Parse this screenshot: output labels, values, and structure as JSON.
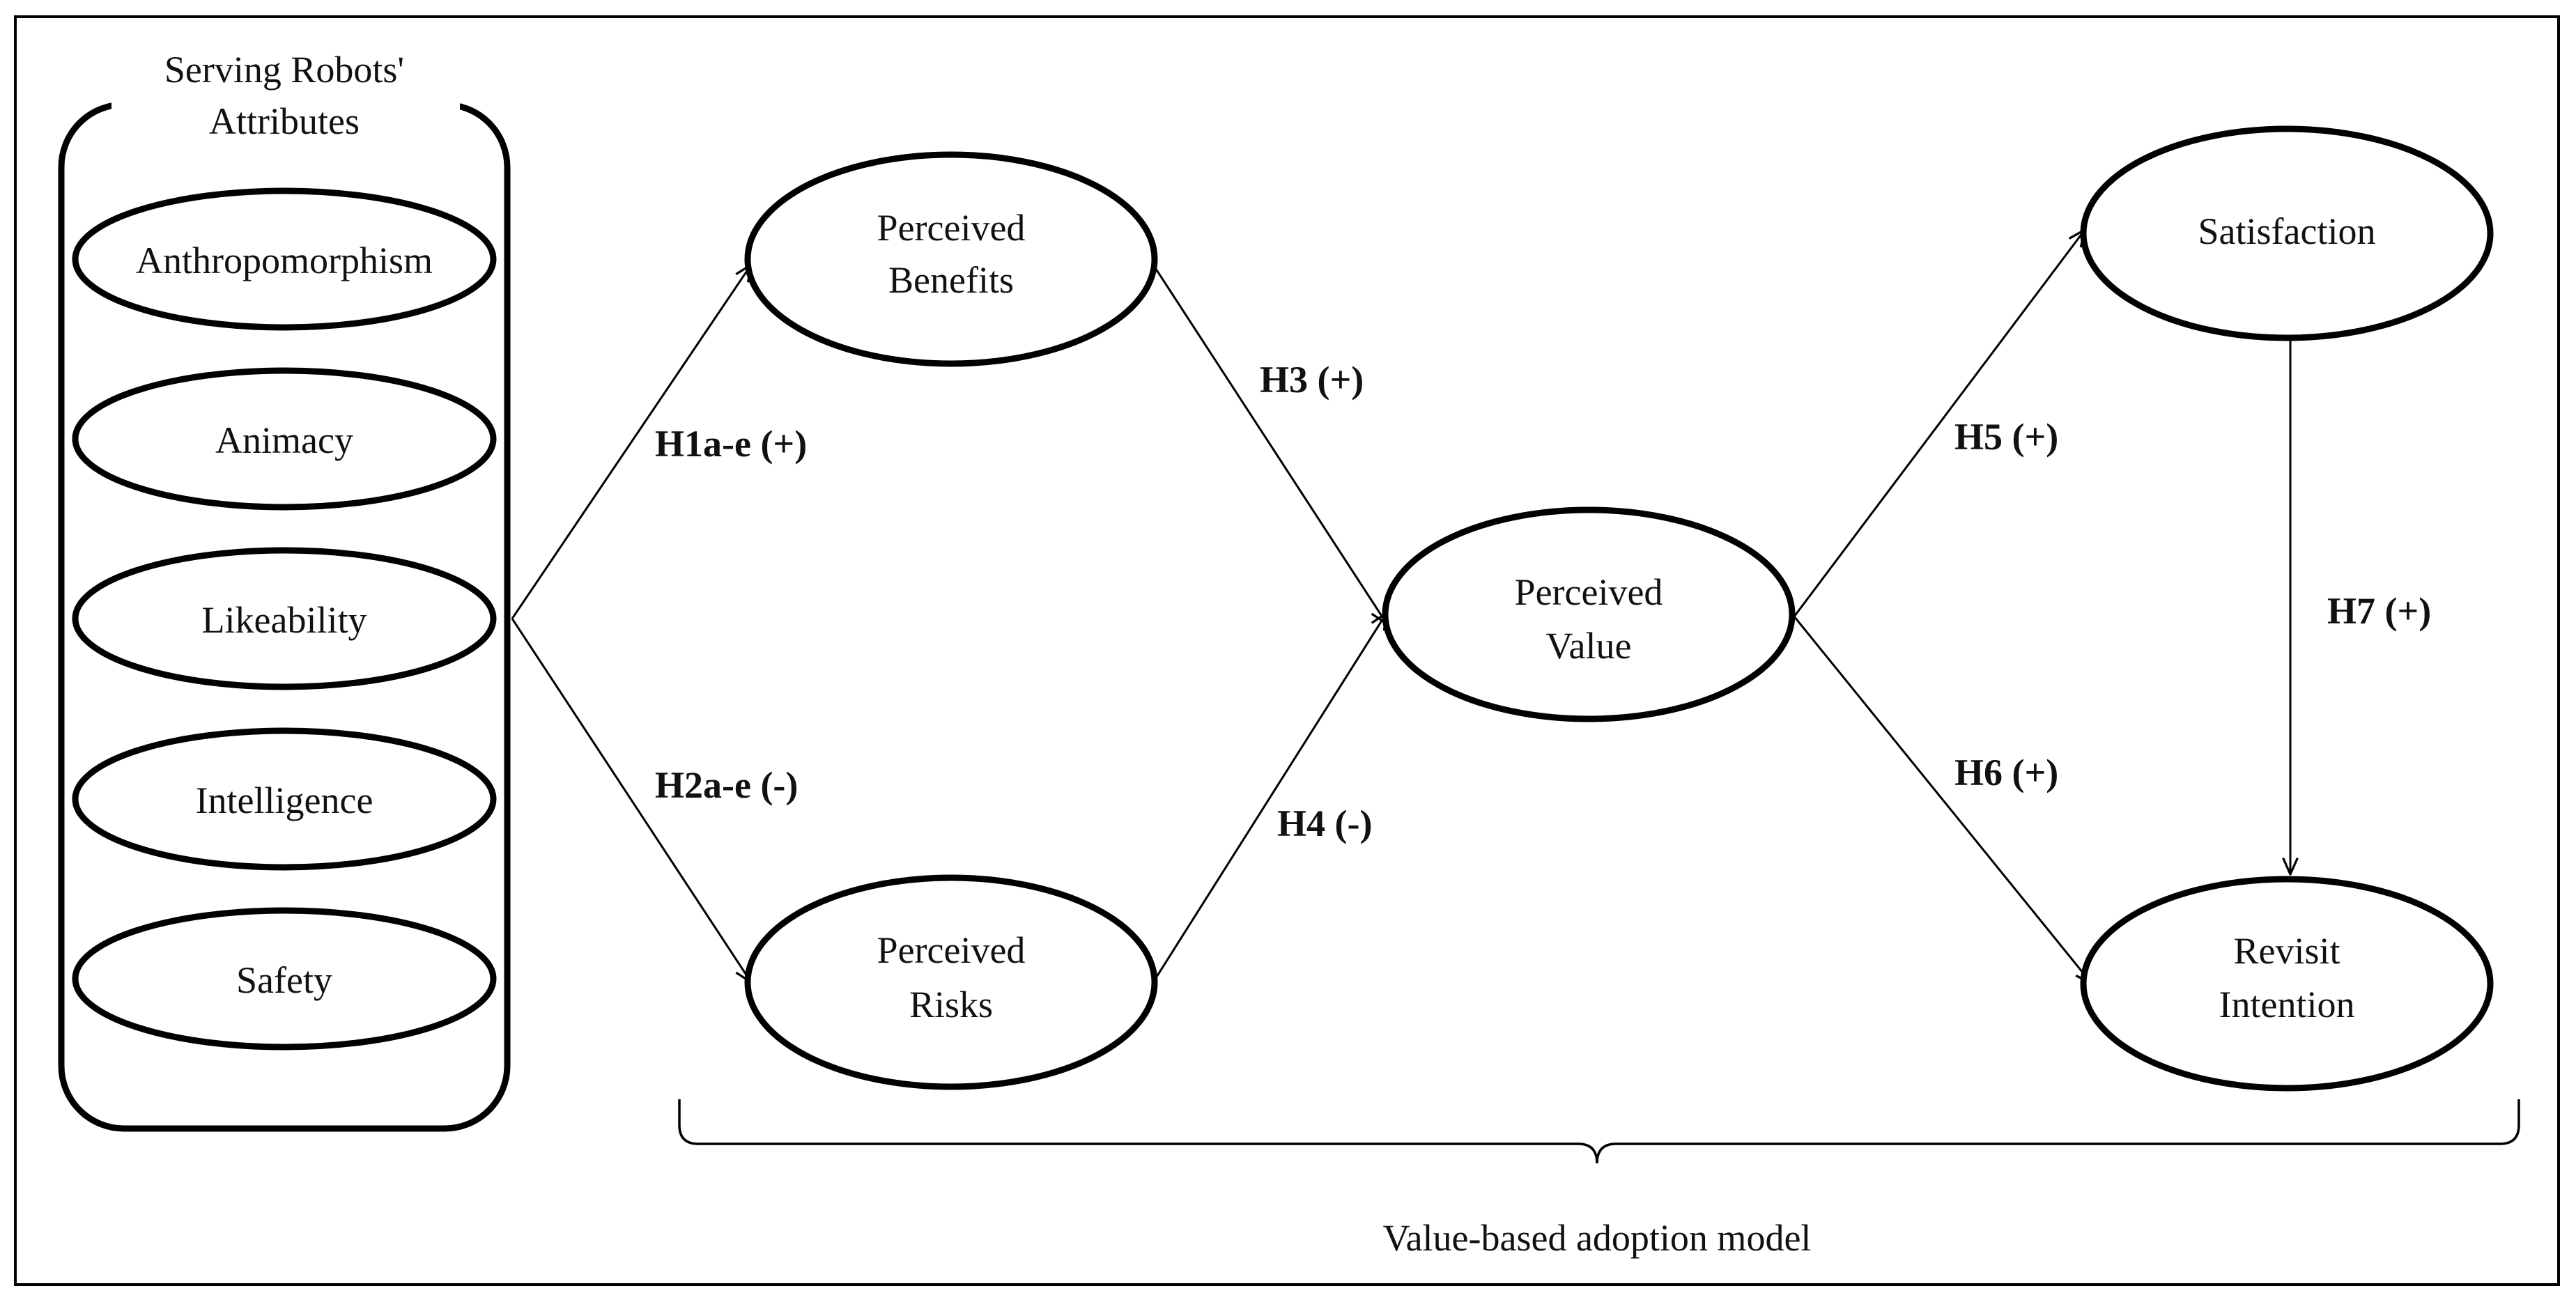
{
  "attributes_group": {
    "title_line1": "Serving  Robots'",
    "title_line2": "Attributes",
    "items": [
      "Anthropomorphism",
      "Animacy",
      "Likeability",
      "Intelligence",
      "Safety"
    ]
  },
  "nodes": {
    "perceived_benefits": {
      "line1": "Perceived",
      "line2": "Benefits"
    },
    "perceived_risks": {
      "line1": "Perceived",
      "line2": "Risks"
    },
    "perceived_value": {
      "line1": "Perceived",
      "line2": "Value"
    },
    "satisfaction": {
      "line1": "Satisfaction"
    },
    "revisit_intention": {
      "line1": "Revisit",
      "line2": "Intention"
    }
  },
  "hypotheses": {
    "h1": "H1a-e (+)",
    "h2": "H2a-e (-)",
    "h3": "H3 (+)",
    "h4": "H4 (-)",
    "h5": "H5 (+)",
    "h6": "H6 (+)",
    "h7": "H7 (+)"
  },
  "model_label": "Value-based adoption model"
}
